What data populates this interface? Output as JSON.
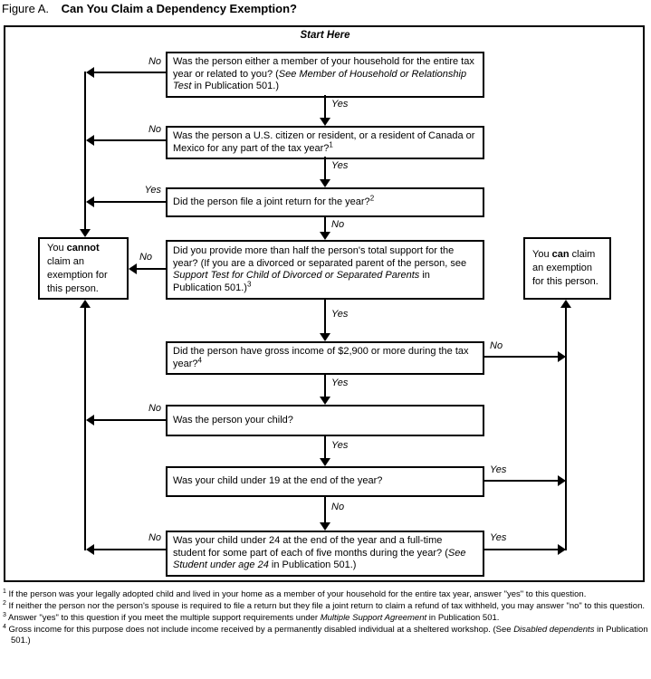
{
  "title": {
    "prefix": "Figure A.",
    "main": "Can You Claim a Dependency Exemption?"
  },
  "start_here": "Start Here",
  "labels": {
    "yes": "Yes",
    "no": "No"
  },
  "questions": {
    "household": {
      "segments": [
        {
          "t": "Was the person either a member of your household for the entire tax year or related to you? ("
        },
        {
          "t": "See Member of Household or Relationship Test",
          "i": true
        },
        {
          "t": " in Publication 501.)"
        }
      ]
    },
    "citizen": {
      "segments": [
        {
          "t": "Was the person a U.S. citizen or resident, or a resident of Canada or Mexico for any part of the tax year?"
        },
        {
          "t": "1",
          "sup": true
        }
      ]
    },
    "joint_return": {
      "segments": [
        {
          "t": "Did the person file a joint return for the year?"
        },
        {
          "t": "2",
          "sup": true
        }
      ]
    },
    "support": {
      "segments": [
        {
          "t": "Did you provide more than half the person's total support for the year? (If you are a divorced or separated parent of the person, see "
        },
        {
          "t": "Support Test for Child of Divorced or Separated Parents",
          "i": true
        },
        {
          "t": " in Publication 501.)"
        },
        {
          "t": "3",
          "sup": true
        }
      ]
    },
    "gross_income": {
      "segments": [
        {
          "t": "Did the person have gross income of $2,900 or more during the tax year?"
        },
        {
          "t": "4",
          "sup": true
        }
      ]
    },
    "your_child": {
      "segments": [
        {
          "t": "Was the person your child?"
        }
      ]
    },
    "under_19": {
      "segments": [
        {
          "t": "Was your child under 19 at the end of the year?"
        }
      ]
    },
    "under_24": {
      "segments": [
        {
          "t": "Was your child under 24 at the end of the year and a full-time student for some part of each of five months during the year? ("
        },
        {
          "t": "See Student under age 24",
          "i": true
        },
        {
          "t": " in Publication 501.)"
        }
      ]
    }
  },
  "outcomes": {
    "cannot": {
      "segments": [
        {
          "t": "You "
        },
        {
          "t": "cannot",
          "b": true
        },
        {
          "t": " claim an exemption for this person."
        }
      ]
    },
    "can": {
      "segments": [
        {
          "t": "You "
        },
        {
          "t": "can",
          "b": true
        },
        {
          "t": " claim an exemption for this person."
        }
      ]
    }
  },
  "footnotes": [
    {
      "num": "1",
      "segments": [
        {
          "t": "If the person was your legally adopted child and lived in your home as a member of your household for the entire tax year, answer \"yes\" to this question."
        }
      ]
    },
    {
      "num": "2",
      "segments": [
        {
          "t": "If neither the person nor the person's spouse is required to file a return but they file a joint return to claim a refund of tax withheld, you may answer \"no\" to this question."
        }
      ]
    },
    {
      "num": "3",
      "segments": [
        {
          "t": "Answer \"yes\" to this question if you meet the multiple support requirements under "
        },
        {
          "t": "Multiple Support Agreement",
          "i": true
        },
        {
          "t": " in Publication 501."
        }
      ]
    },
    {
      "num": "4",
      "segments": [
        {
          "t": "Gross income for this purpose does not include income received by a permanently disabled individual at a sheltered workshop. (See "
        },
        {
          "t": "Disabled dependents",
          "i": true
        },
        {
          "t": " in Publication 501.)"
        }
      ]
    }
  ]
}
